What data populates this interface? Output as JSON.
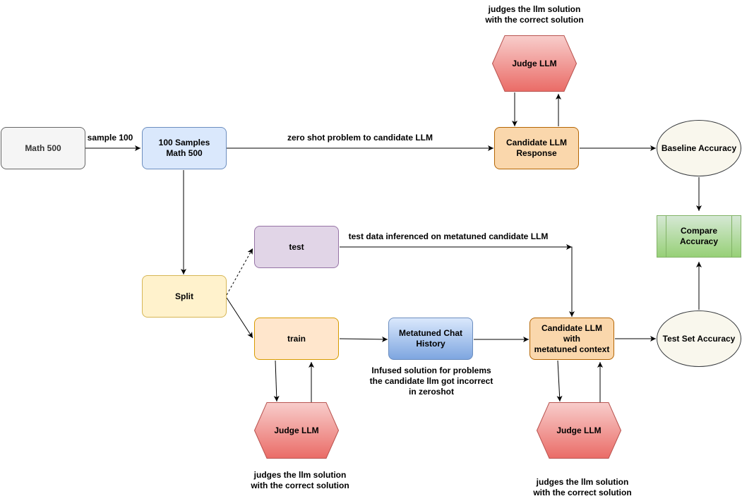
{
  "nodes": {
    "math500": "Math 500",
    "samples": "100 Samples\nMath 500",
    "split": "Split",
    "test": "test",
    "train": "train",
    "metatuned_history": "Metatuned Chat\nHistory",
    "candidate_response": "Candidate LLM\nResponse",
    "candidate_metatuned": "Candidate LLM with\nmetatuned context",
    "judge_top": "Judge LLM",
    "judge_train": "Judge LLM",
    "judge_bottom": "Judge LLM",
    "baseline_accuracy": "Baseline Accuracy",
    "test_set_accuracy": "Test Set Accuracy",
    "compare_accuracy": "Compare\nAccuracy"
  },
  "labels": {
    "sample_100": "sample 100",
    "zero_shot": "zero shot problem to candidate LLM",
    "test_inference": "test data inferenced on metatuned candidate LLM",
    "infused": "Infused solution for problems\nthe candidate llm got incorrect\nin zeroshot",
    "judge_note_top": "judges the llm solution\nwith the correct solution",
    "judge_note_train": "judges the llm solution\nwith the correct solution",
    "judge_note_bottom": "judges the llm solution\nwith the correct solution"
  },
  "colors": {
    "gray_fill": "#f5f5f5",
    "blue_fill": "#dae8fc",
    "yellow_fill": "#fff2cc",
    "purple_fill": "#e1d5e7",
    "peach_fill": "#ffe6cc",
    "orange_fill": "#fad7ac",
    "green_fill": "#d5e8d4",
    "judge_red": "#ea6b66"
  }
}
